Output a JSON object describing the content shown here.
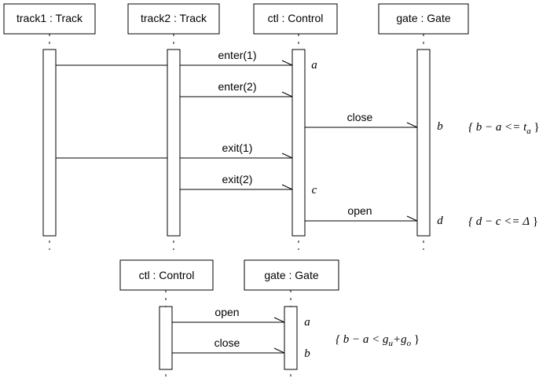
{
  "diagram": {
    "top": {
      "lifelines": [
        {
          "id": "track1",
          "label": "track1 : Track"
        },
        {
          "id": "track2",
          "label": "track2 : Track"
        },
        {
          "id": "ctl",
          "label": "ctl : Control"
        },
        {
          "id": "gate",
          "label": "gate : Gate"
        }
      ],
      "messages": [
        {
          "label": "enter(1)",
          "from": "track1",
          "to": "ctl"
        },
        {
          "label": "enter(2)",
          "from": "track2",
          "to": "ctl"
        },
        {
          "label": "close",
          "from": "ctl",
          "to": "gate"
        },
        {
          "label": "exit(1)",
          "from": "track1",
          "to": "ctl"
        },
        {
          "label": "exit(2)",
          "from": "track2",
          "to": "ctl"
        },
        {
          "label": "open",
          "from": "ctl",
          "to": "gate"
        }
      ],
      "time_marks": [
        {
          "label": "a",
          "at": "ctl",
          "message": "enter(1)"
        },
        {
          "label": "b",
          "at": "gate",
          "message": "close"
        },
        {
          "label": "c",
          "at": "ctl",
          "message": "exit(2)"
        },
        {
          "label": "d",
          "at": "gate",
          "message": "open"
        }
      ],
      "constraints": [
        {
          "text": "{ b − a <= t",
          "sub": "a",
          "close": " }"
        },
        {
          "text": "{ d − c <= Δ",
          "sub": "",
          "close": " }"
        }
      ]
    },
    "bottom": {
      "lifelines": [
        {
          "id": "ctl",
          "label": "ctl : Control"
        },
        {
          "id": "gate",
          "label": "gate : Gate"
        }
      ],
      "messages": [
        {
          "label": "open",
          "from": "ctl",
          "to": "gate"
        },
        {
          "label": "close",
          "from": "ctl",
          "to": "gate"
        }
      ],
      "time_marks": [
        {
          "label": "a",
          "at": "gate",
          "message": "open"
        },
        {
          "label": "b",
          "at": "gate",
          "message": "close"
        }
      ],
      "constraint": {
        "pre": "{ b − a < g",
        "sub1": "u",
        "mid": "+g",
        "sub2": "o",
        "close": " }"
      }
    },
    "colors": {
      "stroke": "#000000",
      "background": "#ffffff"
    }
  }
}
